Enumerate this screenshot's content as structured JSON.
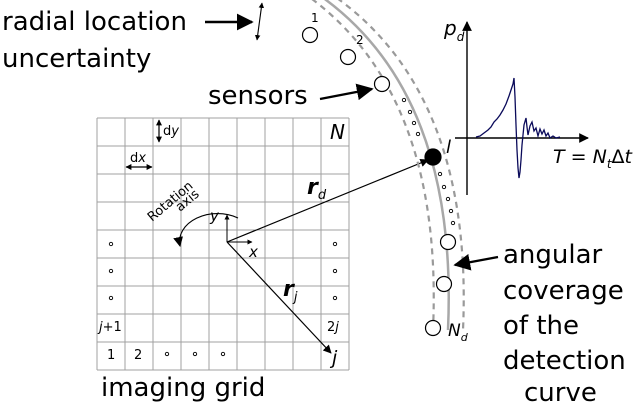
{
  "labels": {
    "radial_line1": "radial location",
    "radial_line2": "uncertainty",
    "sensors": "sensors",
    "angular_line1": "angular",
    "angular_line2": "coverage",
    "angular_line3": "of the",
    "angular_line4": "detection",
    "angular_line5": "curve",
    "imaging_grid": "imaging grid",
    "rotation_line1": "Rotation",
    "rotation_line2": "axis"
  },
  "symbols": {
    "sensor_1": "1",
    "sensor_2": "2",
    "sensor_l": "l",
    "sensor_nd_base": "N",
    "sensor_nd_sub": "d",
    "grid_N": "N",
    "dy_d": "d",
    "dy_y": "y",
    "dx_d": "d",
    "dx_x": "x",
    "axis_y": "y",
    "axis_x": "x",
    "rd_base": "r",
    "rd_sub": "d",
    "rj_base": "r",
    "rj_sub": "j",
    "j_label": "j",
    "cell_1": "1",
    "cell_2": "2",
    "cell_j_plus_1": "j+1",
    "cell_2j_num": "2",
    "cell_2j_j": "j",
    "pd_base": "p",
    "pd_sub": "d",
    "t_label_pre": "T = N",
    "t_label_sub": "t",
    "t_label_post": "Δt"
  },
  "colors": {
    "signal": "#0a0a5a",
    "curve": "#a8a8a8",
    "dashed": "#a8a8a8",
    "grid": "#a0a0a0"
  }
}
